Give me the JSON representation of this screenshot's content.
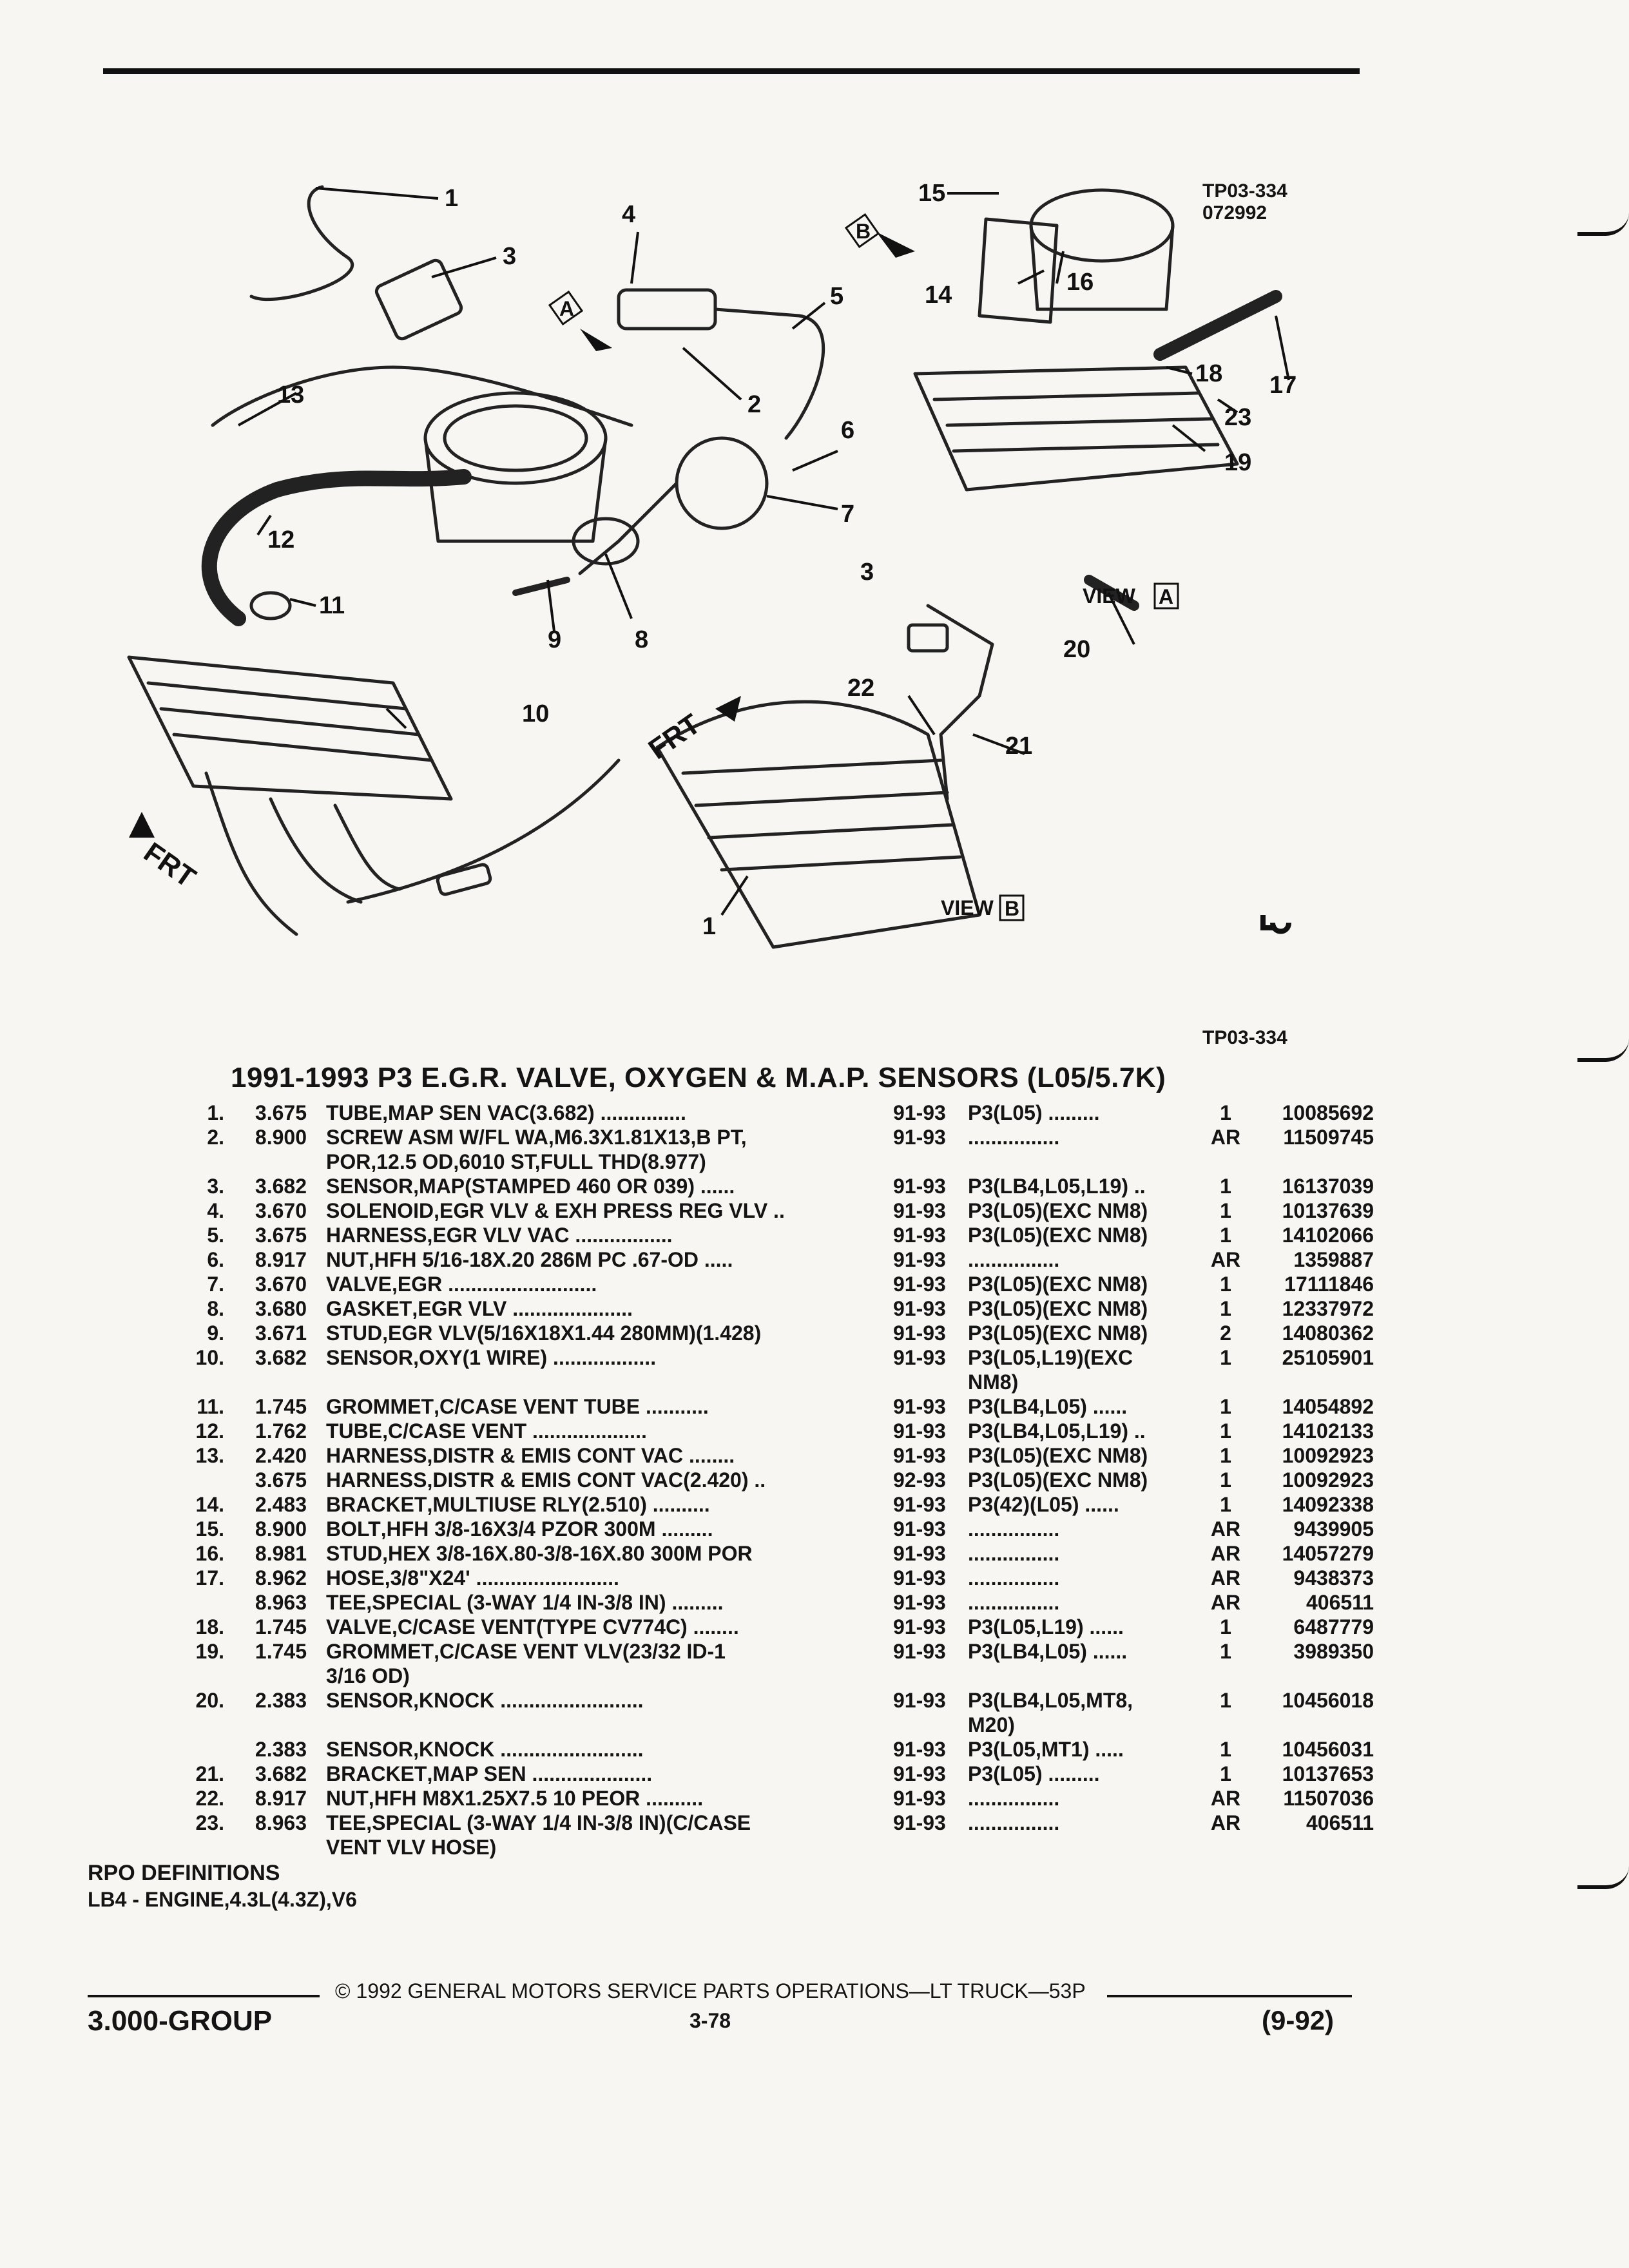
{
  "diagram": {
    "tp_code_top": "TP03-334",
    "date_code": "072992",
    "view_a_label": "VIEW",
    "view_a_box": "A",
    "view_b_label": "VIEW",
    "view_b_box": "B",
    "arrow_a": "A",
    "arrow_b": "B",
    "frt": "FRT",
    "callouts": [
      "1",
      "3",
      "4",
      "5",
      "2",
      "13",
      "6",
      "7",
      "12",
      "11",
      "9",
      "8",
      "10",
      "15",
      "14",
      "16",
      "18",
      "17",
      "23",
      "19",
      "3",
      "20",
      "22",
      "21",
      "1"
    ]
  },
  "tp_code_bottom": "TP03-334",
  "section_title": "1991-1993 P3 E.G.R. VALVE, OXYGEN & M.A.P. SENSORS (L05/5.7K)",
  "parts": [
    {
      "idx": "1.",
      "code": "3.675",
      "noun": "TUBE",
      "desc": ",MAP SEN VAC(3.682) ...............",
      "years": "91-93",
      "usage": "P3(L05) .........",
      "qty": "1",
      "partno": "10085692"
    },
    {
      "idx": "2.",
      "code": "8.900",
      "noun": "SCREW ASM W/FL WA",
      "desc": ",M6.3X1.81X13,B PT,",
      "years": "91-93",
      "usage": "................",
      "qty": "AR",
      "partno": "11509745"
    },
    {
      "idx": "",
      "code": "",
      "noun": "",
      "desc": "POR,12.5 OD,6010 ST,FULL THD(8.977)",
      "years": "",
      "usage": "",
      "qty": "",
      "partno": ""
    },
    {
      "idx": "3.",
      "code": "3.682",
      "noun": "SENSOR",
      "desc": ",MAP(STAMPED 460 OR 039) ......",
      "years": "91-93",
      "usage": "P3(LB4,L05,L19) ..",
      "qty": "1",
      "partno": "16137039"
    },
    {
      "idx": "4.",
      "code": "3.670",
      "noun": "SOLENOID",
      "desc": ",EGR VLV & EXH PRESS REG VLV ..",
      "years": "91-93",
      "usage": "P3(L05)(EXC NM8)",
      "qty": "1",
      "partno": "10137639"
    },
    {
      "idx": "5.",
      "code": "3.675",
      "noun": "HARNESS",
      "desc": ",EGR VLV VAC .................",
      "years": "91-93",
      "usage": "P3(L05)(EXC NM8)",
      "qty": "1",
      "partno": "14102066"
    },
    {
      "idx": "6.",
      "code": "8.917",
      "noun": "NUT",
      "desc": ",HFH 5/16-18X.20 286M PC .67-OD .....",
      "years": "91-93",
      "usage": "................",
      "qty": "AR",
      "partno": "1359887"
    },
    {
      "idx": "7.",
      "code": "3.670",
      "noun": "VALVE",
      "desc": ",EGR ..........................",
      "years": "91-93",
      "usage": "P3(L05)(EXC NM8)",
      "qty": "1",
      "partno": "17111846"
    },
    {
      "idx": "8.",
      "code": "3.680",
      "noun": "GASKET",
      "desc": ",EGR VLV .....................",
      "years": "91-93",
      "usage": "P3(L05)(EXC NM8)",
      "qty": "1",
      "partno": "12337972"
    },
    {
      "idx": "9.",
      "code": "3.671",
      "noun": "STUD",
      "desc": ",EGR VLV(5/16X18X1.44 280MM)(1.428)",
      "years": "91-93",
      "usage": "P3(L05)(EXC NM8)",
      "qty": "2",
      "partno": "14080362"
    },
    {
      "idx": "10.",
      "code": "3.682",
      "noun": "SENSOR",
      "desc": ",OXY(1 WIRE) ..................",
      "years": "91-93",
      "usage": "P3(L05,L19)(EXC",
      "qty": "1",
      "partno": "25105901"
    },
    {
      "idx": "",
      "code": "",
      "noun": "",
      "desc": "",
      "years": "",
      "usage": "NM8)",
      "qty": "",
      "partno": ""
    },
    {
      "idx": "11.",
      "code": "1.745",
      "noun": "GROMMET",
      "desc": ",C/CASE VENT TUBE ...........",
      "years": "91-93",
      "usage": "P3(LB4,L05) ......",
      "qty": "1",
      "partno": "14054892"
    },
    {
      "idx": "12.",
      "code": "1.762",
      "noun": "TUBE",
      "desc": ",C/CASE VENT ....................",
      "years": "91-93",
      "usage": "P3(LB4,L05,L19) ..",
      "qty": "1",
      "partno": "14102133"
    },
    {
      "idx": "13.",
      "code": "2.420",
      "noun": "HARNESS",
      "desc": ",DISTR & EMIS CONT VAC ........",
      "years": "91-93",
      "usage": "P3(L05)(EXC NM8)",
      "qty": "1",
      "partno": "10092923"
    },
    {
      "idx": "",
      "code": "3.675",
      "noun": "HARNESS",
      "desc": ",DISTR & EMIS CONT VAC(2.420) ..",
      "years": "92-93",
      "usage": "P3(L05)(EXC NM8)",
      "qty": "1",
      "partno": "10092923"
    },
    {
      "idx": "14.",
      "code": "2.483",
      "noun": "BRACKET",
      "desc": ",MULTIUSE RLY(2.510) ..........",
      "years": "91-93",
      "usage": "P3(42)(L05) ......",
      "qty": "1",
      "partno": "14092338"
    },
    {
      "idx": "15.",
      "code": "8.900",
      "noun": "BOLT",
      "desc": ",HFH 3/8-16X3/4 PZOR 300M .........",
      "years": "91-93",
      "usage": "................",
      "qty": "AR",
      "partno": "9439905"
    },
    {
      "idx": "16.",
      "code": "8.981",
      "noun": "STUD",
      "desc": ",HEX 3/8-16X.80-3/8-16X.80 300M POR",
      "years": "91-93",
      "usage": "................",
      "qty": "AR",
      "partno": "14057279"
    },
    {
      "idx": "17.",
      "code": "8.962",
      "noun": "HOSE",
      "desc": ",3/8\"X24' .........................",
      "years": "91-93",
      "usage": "................",
      "qty": "AR",
      "partno": "9438373"
    },
    {
      "idx": "",
      "code": "8.963",
      "noun": "TEE",
      "desc": ",SPECIAL (3-WAY 1/4 IN-3/8 IN) .........",
      "years": "91-93",
      "usage": "................",
      "qty": "AR",
      "partno": "406511"
    },
    {
      "idx": "18.",
      "code": "1.745",
      "noun": "VALVE",
      "desc": ",C/CASE VENT(TYPE CV774C) ........",
      "years": "91-93",
      "usage": "P3(L05,L19) ......",
      "qty": "1",
      "partno": "6487779"
    },
    {
      "idx": "19.",
      "code": "1.745",
      "noun": "GROMMET",
      "desc": ",C/CASE VENT VLV(23/32 ID-1",
      "years": "91-93",
      "usage": "P3(LB4,L05) ......",
      "qty": "1",
      "partno": "3989350"
    },
    {
      "idx": "",
      "code": "",
      "noun": "",
      "desc": "3/16 OD)",
      "years": "",
      "usage": "",
      "qty": "",
      "partno": ""
    },
    {
      "idx": "20.",
      "code": "2.383",
      "noun": "SENSOR",
      "desc": ",KNOCK .........................",
      "years": "91-93",
      "usage": "P3(LB4,L05,MT8,",
      "qty": "1",
      "partno": "10456018"
    },
    {
      "idx": "",
      "code": "",
      "noun": "",
      "desc": "",
      "years": "",
      "usage": "M20)",
      "qty": "",
      "partno": ""
    },
    {
      "idx": "",
      "code": "2.383",
      "noun": "SENSOR",
      "desc": ",KNOCK .........................",
      "years": "91-93",
      "usage": "P3(L05,MT1) .....",
      "qty": "1",
      "partno": "10456031"
    },
    {
      "idx": "21.",
      "code": "3.682",
      "noun": "BRACKET",
      "desc": ",MAP SEN .....................",
      "years": "91-93",
      "usage": "P3(L05) .........",
      "qty": "1",
      "partno": "10137653"
    },
    {
      "idx": "22.",
      "code": "8.917",
      "noun": "NUT",
      "desc": ",HFH M8X1.25X7.5 10 PEOR ..........",
      "years": "91-93",
      "usage": "................",
      "qty": "AR",
      "partno": "11507036"
    },
    {
      "idx": "23.",
      "code": "8.963",
      "noun": "TEE",
      "desc": ",SPECIAL (3-WAY 1/4 IN-3/8 IN)(C/CASE",
      "years": "91-93",
      "usage": "................",
      "qty": "AR",
      "partno": "406511"
    },
    {
      "idx": "",
      "code": "",
      "noun": "",
      "desc": "VENT VLV HOSE)",
      "years": "",
      "usage": "",
      "qty": "",
      "partno": ""
    }
  ],
  "rpo": {
    "title": "RPO DEFINITIONS",
    "definition": "LB4 - ENGINE,4.3L(4.3Z),V6"
  },
  "footer": {
    "copyright": "© 1992 GENERAL MOTORS SERVICE PARTS OPERATIONS—LT TRUCK—53P",
    "group": "3.000-GROUP",
    "page": "3-78",
    "date": "(9-92)"
  }
}
